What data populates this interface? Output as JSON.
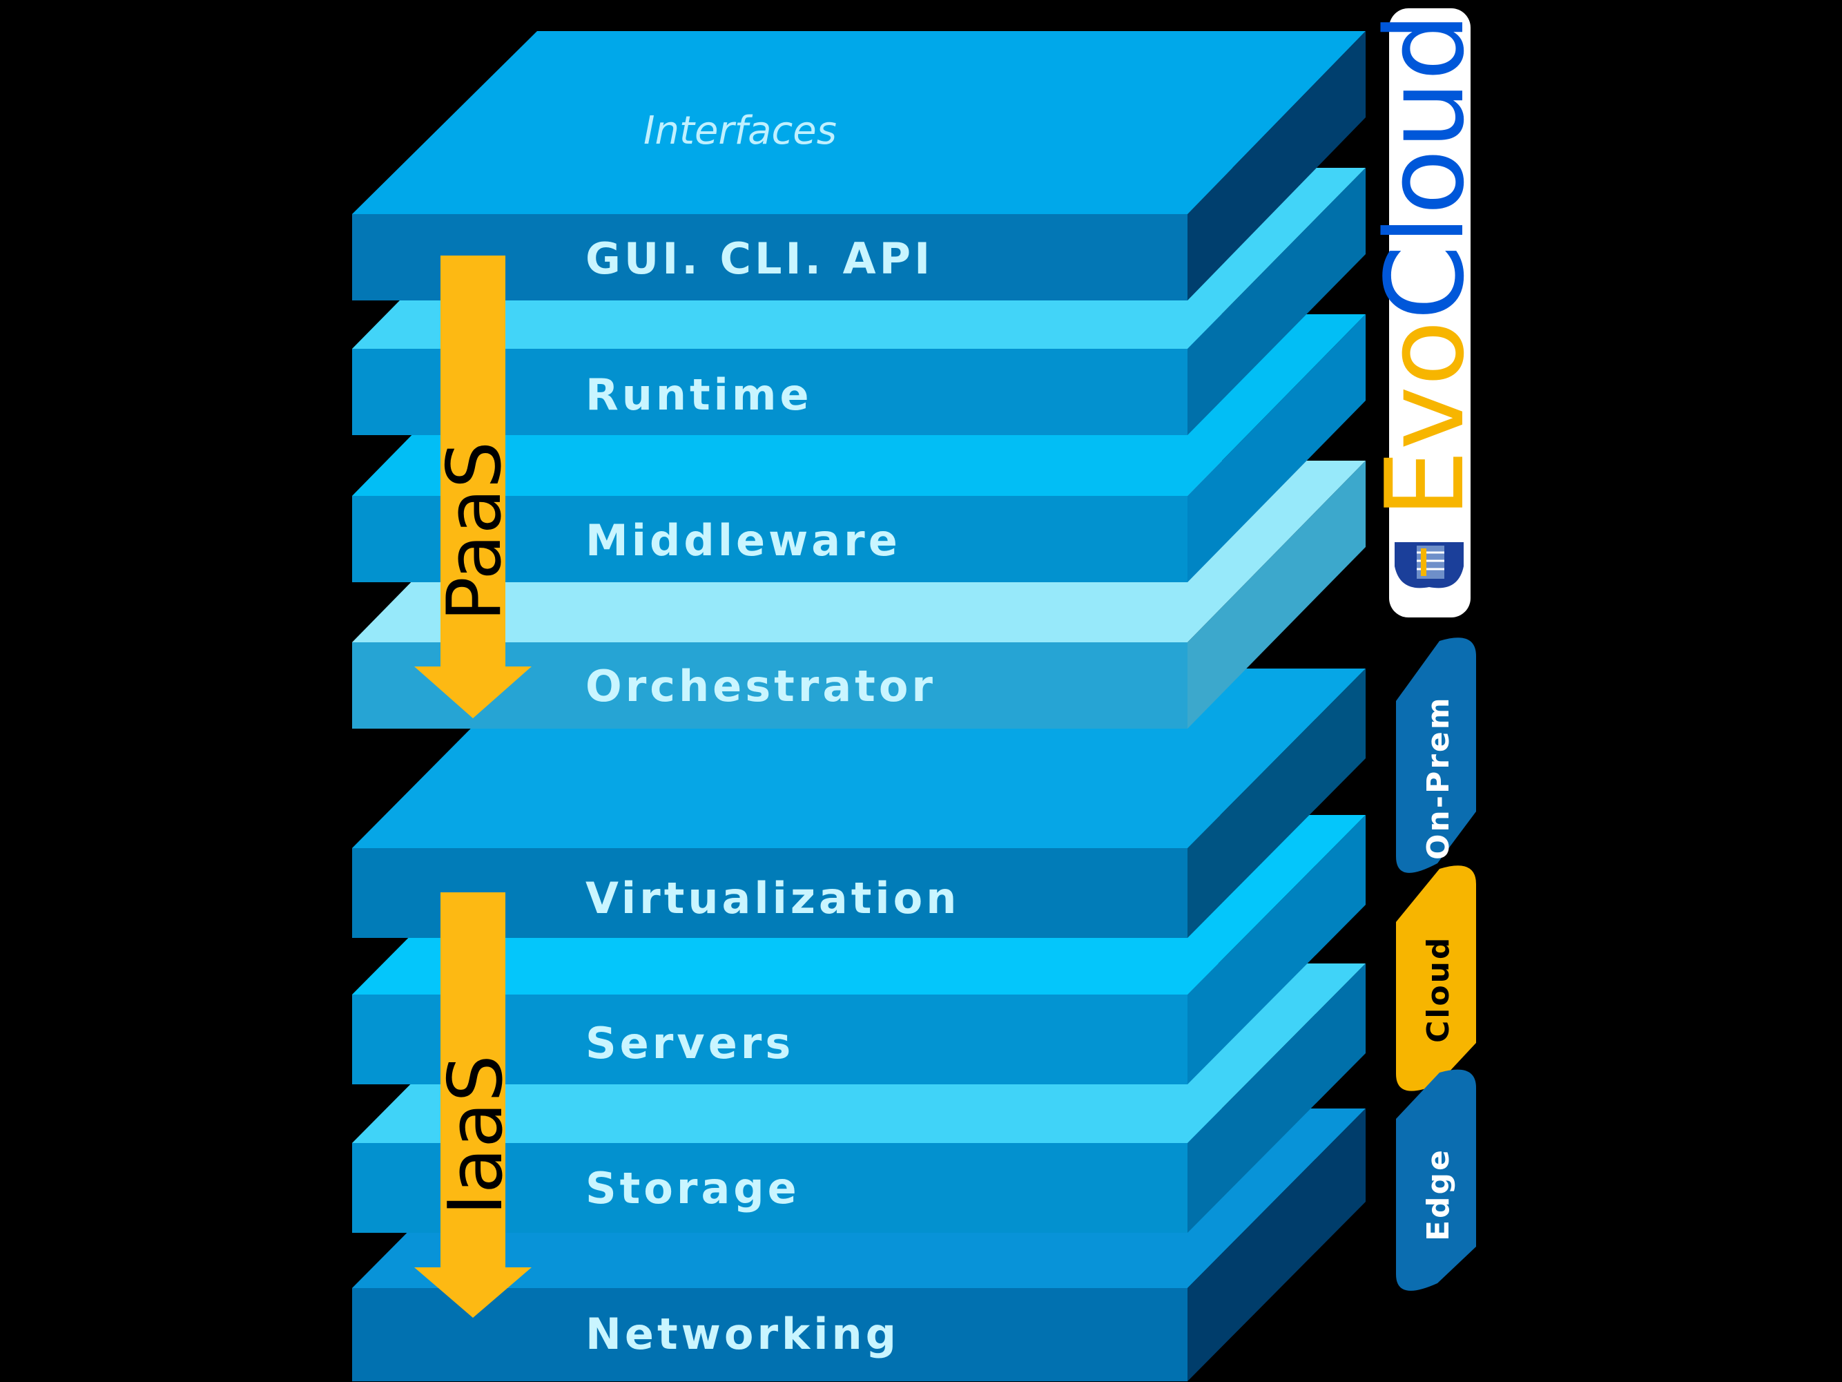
{
  "colors": {
    "background": "#000000",
    "arrow": "#FDB913",
    "brand_blue": "#0057D9",
    "brand_yellow": "#F7B500",
    "badge_blue": "#0B6DB0"
  },
  "stack": {
    "top_label": "Interfaces",
    "layers": [
      {
        "label": "GUI. CLI. API",
        "top": "#00A8EA",
        "front": "#0377B5",
        "side": "#003F6E"
      },
      {
        "label": "Runtime",
        "top": "#42D4F8",
        "front": "#0391CF",
        "side": "#0070AA"
      },
      {
        "label": "Middleware",
        "top": "#02BEF5",
        "front": "#0292CF",
        "side": "#0085C4"
      },
      {
        "label": "Orchestrator",
        "top": "#97E9FA",
        "front": "#26A4D4",
        "side": "#3CA8CC"
      },
      {
        "label": "Virtualization",
        "top": "#06A6E6",
        "front": "#017CB8",
        "side": "#005483"
      },
      {
        "label": "Servers",
        "top": "#04C6FB",
        "front": "#0394D2",
        "side": "#0082BF"
      },
      {
        "label": "Storage",
        "top": "#40D3F8",
        "front": "#0391CF",
        "side": "#0070AA"
      },
      {
        "label": "Networking",
        "top": "#0893D8",
        "front": "#0171B0",
        "side": "#003D6B"
      }
    ]
  },
  "arrows": [
    {
      "label": "PaaS",
      "icon": "arrow-down-icon"
    },
    {
      "label": "IaaS",
      "icon": "arrow-down-icon"
    }
  ],
  "brand": {
    "name_part1": "Evo",
    "name_part2": "Cloud",
    "logo_icon": "shield-server-icon"
  },
  "badges": [
    {
      "label": "On-Prem",
      "fill": "#0B6DB0",
      "text_color": "#FFFFFF"
    },
    {
      "label": "Cloud",
      "fill": "#F7B500",
      "text_color": "#000000"
    },
    {
      "label": "Edge",
      "fill": "#0B6DB0",
      "text_color": "#FFFFFF"
    }
  ]
}
